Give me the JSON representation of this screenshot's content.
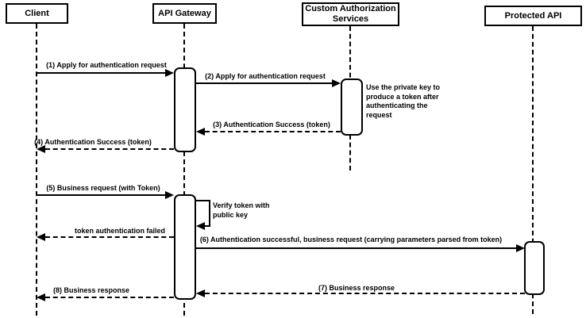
{
  "diagram": {
    "type": "sequence-diagram",
    "background_color": "#ffffff",
    "stroke_color": "#000000",
    "actors": [
      {
        "name": "client",
        "label": "Client"
      },
      {
        "name": "api-gateway",
        "label": "API Gateway"
      },
      {
        "name": "custom-authorization-services",
        "label": "Custom Authorization Services"
      },
      {
        "name": "protected-api",
        "label": "Protected API"
      }
    ],
    "messages": [
      {
        "label": "(1) Apply for authentication request",
        "from": "Client",
        "to": "API Gateway",
        "line": "solid"
      },
      {
        "label": "(2) Apply for authentication request",
        "from": "API Gateway",
        "to": "Custom Authorization Services",
        "line": "solid"
      },
      {
        "label": "(3) Authentication Success (token)",
        "from": "Custom Authorization Services",
        "to": "API Gateway",
        "line": "dashed"
      },
      {
        "label": "(4) Authentication Success (token)",
        "from": "API Gateway",
        "to": "Client",
        "line": "dashed"
      },
      {
        "label": "(5) Business request (with Token)",
        "from": "Client",
        "to": "API Gateway",
        "line": "solid"
      },
      {
        "label": "Verify token with public key",
        "from": "API Gateway",
        "to": "API Gateway",
        "line": "solid",
        "self_message": true
      },
      {
        "label": "token authentication failed",
        "from": "API Gateway",
        "to": "Client",
        "line": "dashed"
      },
      {
        "label": "(6) Authentication successful, business request (carrying parameters parsed from token)",
        "from": "API Gateway",
        "to": "Protected API",
        "line": "solid"
      },
      {
        "label": "(7) Business response",
        "from": "Protected API",
        "to": "API Gateway",
        "line": "dashed"
      },
      {
        "label": "(8) Business response",
        "from": "API Gateway",
        "to": "Client",
        "line": "dashed"
      }
    ],
    "note": {
      "label": "Use the private key to produce a token after authenticating the request",
      "attached_to": "Custom Authorization Services"
    }
  }
}
